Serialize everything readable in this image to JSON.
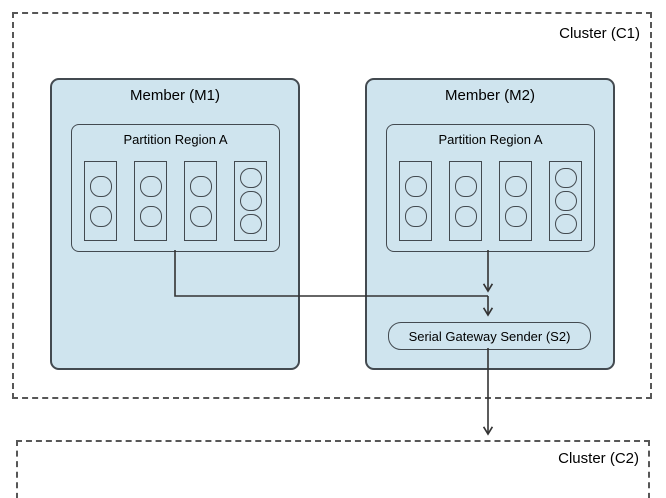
{
  "clusters": {
    "c1": {
      "label": "Cluster (C1)"
    },
    "c2": {
      "label": "Cluster (C2)"
    }
  },
  "members": [
    {
      "label": "Member (M1)",
      "partition": {
        "label": "Partition Region A",
        "buckets": [
          2,
          2,
          2,
          3
        ]
      }
    },
    {
      "label": "Member (M2)",
      "partition": {
        "label": "Partition Region A",
        "buckets": [
          2,
          2,
          2,
          3
        ]
      },
      "gateway": {
        "label": "Serial Gateway Sender (S2)"
      }
    }
  ],
  "connections": [
    {
      "from": "member-m1-partition",
      "to": "junction-above-gateway",
      "arrowhead": false
    },
    {
      "from": "member-m2-partition",
      "to": "junction-above-gateway",
      "arrowhead": true
    },
    {
      "from": "junction-above-gateway",
      "to": "serial-gateway-sender",
      "arrowhead": true
    },
    {
      "from": "serial-gateway-sender",
      "to": "cluster-c2",
      "arrowhead": true
    }
  ],
  "colors": {
    "member_fill": "#cfe4ee",
    "box_border": "#434a50",
    "dashed_border": "#575757",
    "arrow": "#333333"
  }
}
